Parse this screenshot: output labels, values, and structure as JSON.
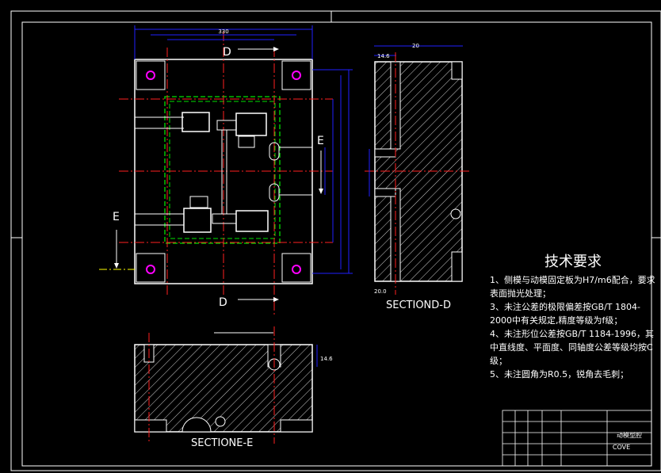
{
  "labels": {
    "section_mark_top": "D",
    "section_mark_bottom": "D",
    "section_mark_right": "E",
    "section_mark_left": "E",
    "section_d_caption": "SECTIOND-D",
    "section_e_caption": "SECTIONE-E"
  },
  "dims": {
    "d_top_width": "14.6",
    "d_top_small": "20",
    "d_bottom": "20.0",
    "e_right": "14.6"
  },
  "tech": {
    "title": "技术要求",
    "items": [
      "1、侧模与动模固定板为H7/m6配合，要求表面抛光处理；",
      "3、未注公差的极限偏差按GB/T 1804-2000中有关规定,精度等级为f级；",
      "4、未注形位公差按GB/T 1184-1996，其中直线度、平面度、同轴度公差等级均按C级；",
      "5、未注圆角为R0.5，锐角去毛刺；"
    ]
  },
  "title_block": {
    "part_name": "动模型腔",
    "company": "COVE"
  },
  "colors": {
    "outline": "#ffffff",
    "center": "#ff2020",
    "green": "#00e000",
    "dim": "#2020ff",
    "cyan": "#00ffff",
    "magenta": "#ff00ff",
    "yellow": "#ffff00"
  }
}
